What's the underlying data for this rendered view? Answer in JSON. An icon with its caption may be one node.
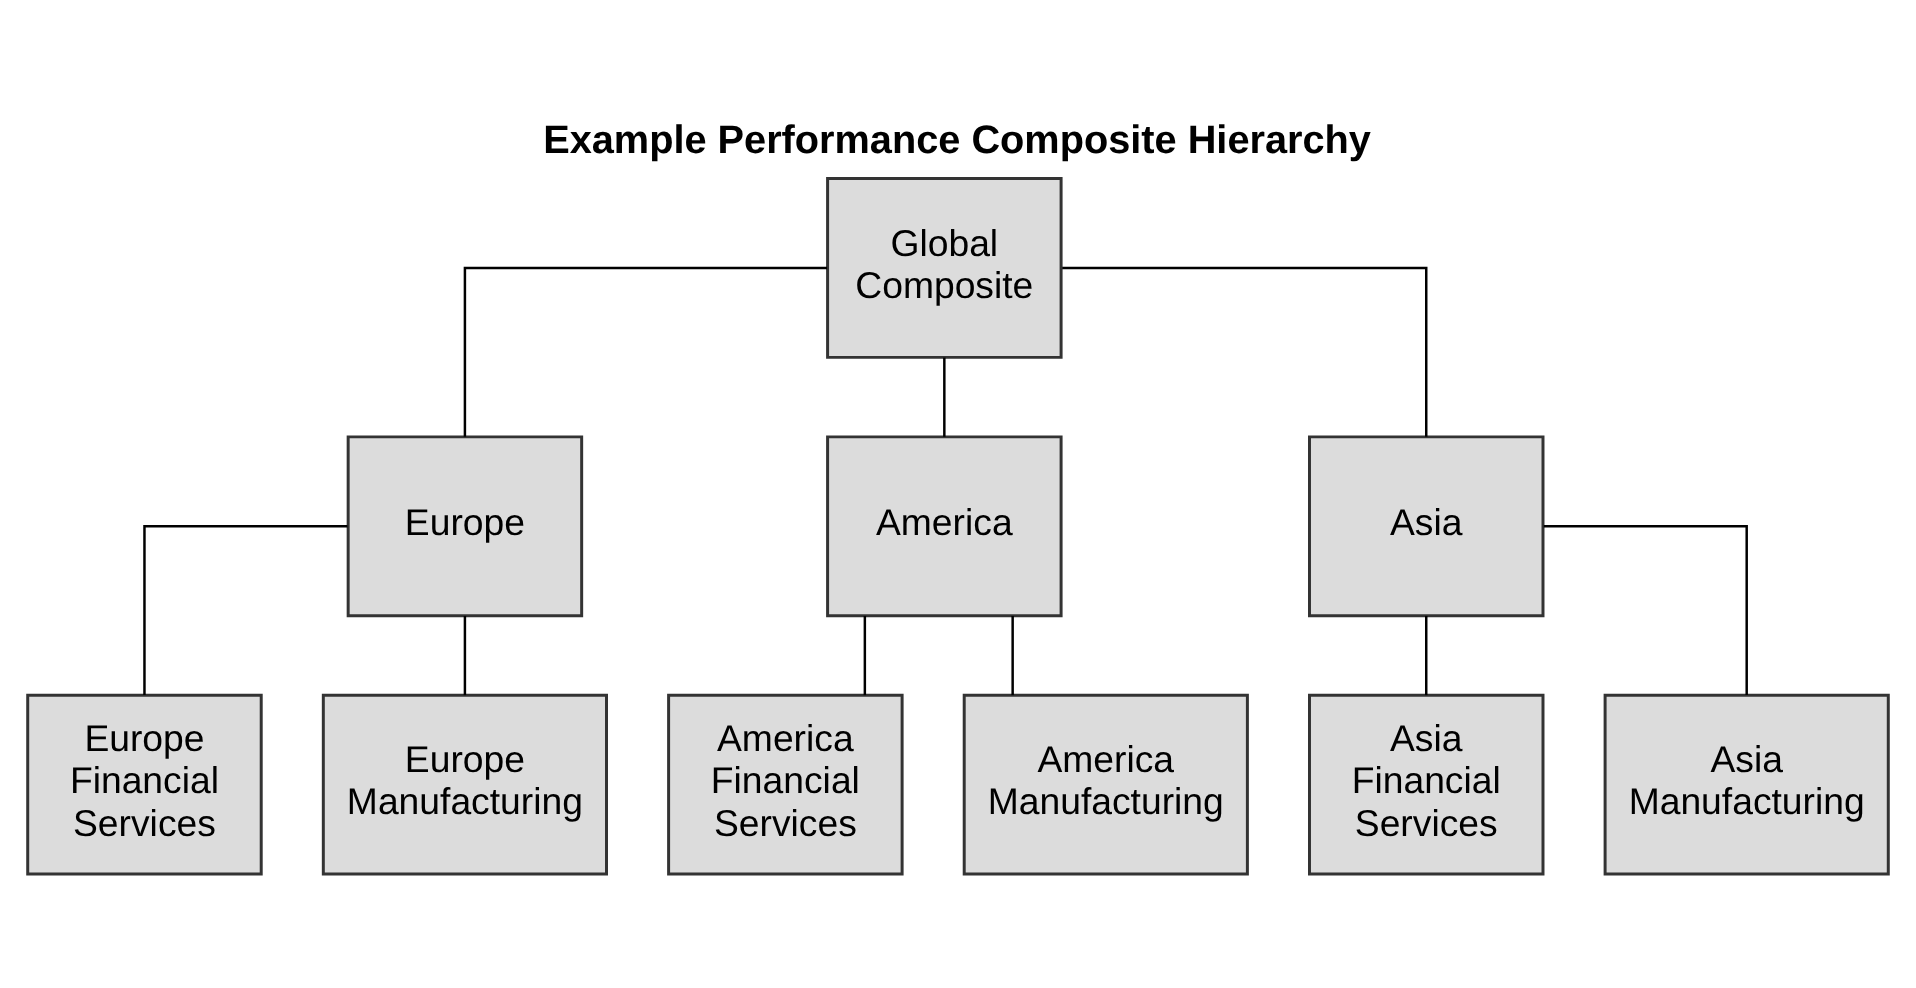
{
  "diagram": {
    "title": "Example Performance Composite Hierarchy",
    "nodes": [
      {
        "text": [
          "Global Composite"
        ]
      },
      {
        "text": [
          "Europe"
        ]
      },
      {
        "text": [
          "America"
        ]
      },
      {
        "text": [
          "Asia"
        ]
      },
      {
        "text": [
          "Europe Financial Services"
        ]
      },
      {
        "text": [
          "Europe Manufacturing"
        ]
      },
      {
        "text": [
          "America Financial Services"
        ]
      },
      {
        "text": [
          "America Manufacturing"
        ]
      },
      {
        "text": [
          "Asia Financial Services"
        ]
      },
      {
        "text": [
          "Asia Manufacturing"
        ]
      }
    ],
    "edges": [
      {
        "from": 0,
        "to": 1,
        "arrow": "none"
      },
      {
        "from": 0,
        "to": 2,
        "arrow": "none"
      },
      {
        "from": 0,
        "to": 3,
        "arrow": "none"
      },
      {
        "from": 1,
        "to": 4,
        "arrow": "none"
      },
      {
        "from": 1,
        "to": 5,
        "arrow": "none"
      },
      {
        "from": 2,
        "to": 6,
        "arrow": "none"
      },
      {
        "from": 2,
        "to": 7,
        "arrow": "none"
      },
      {
        "from": 3,
        "to": 8,
        "arrow": "none"
      },
      {
        "from": 3,
        "to": 9,
        "arrow": "none"
      }
    ]
  }
}
